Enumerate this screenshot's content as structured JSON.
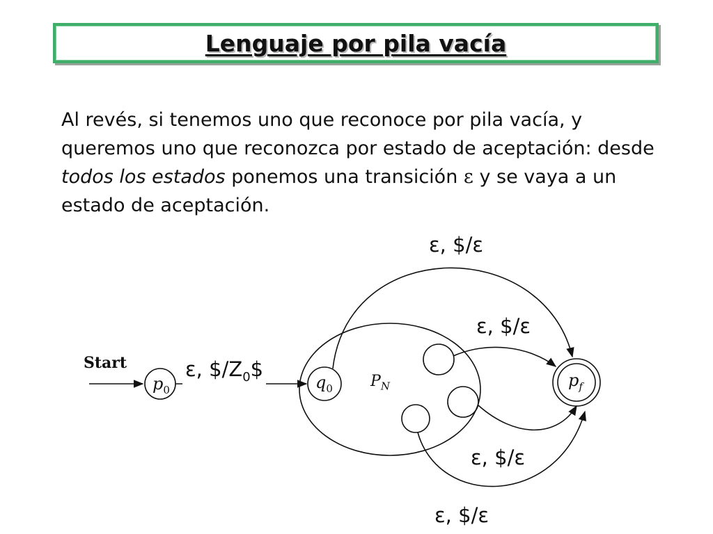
{
  "slide": {
    "title": "Lenguaje por pila vacía",
    "paragraph": {
      "part1": "Al revés, si tenemos uno que reconoce por pila vacía, y queremos uno que reconozca por estado de aceptación: desde ",
      "emphasis": "todos los estados",
      "part2": " ponemos una transición ",
      "epsilon": "ε",
      "part3": " y se vaya a un estado de aceptación."
    }
  },
  "diagram": {
    "start_label": "Start",
    "states": {
      "p0": {
        "main": "p",
        "sub": "0"
      },
      "q0": {
        "main": "q",
        "sub": "0"
      },
      "pn": {
        "main": "P",
        "sub": "N"
      },
      "pf": {
        "main": "p",
        "sub": "f"
      }
    },
    "transitions": {
      "entry": {
        "prefix": "ε, $/Z",
        "sub": "0",
        "suffix": "$"
      },
      "top": "ε, $/ε",
      "upper": "ε, $/ε",
      "lower": "ε, $/ε",
      "bottom": "ε, $/ε"
    }
  }
}
